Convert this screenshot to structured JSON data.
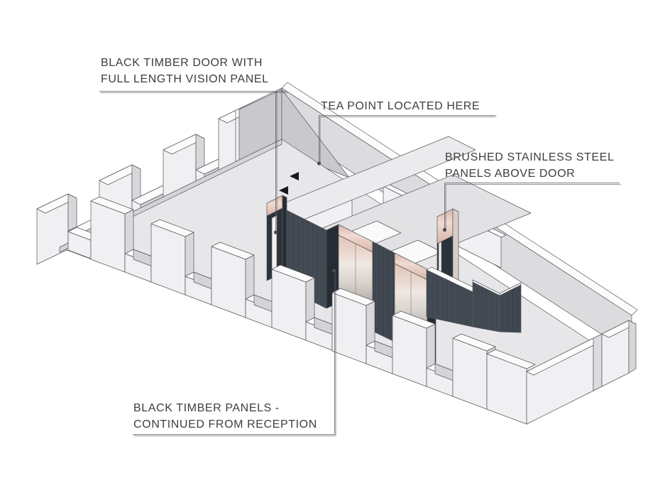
{
  "annotations": {
    "door": {
      "lines": [
        "BLACK TIMBER DOOR WITH",
        "FULL LENGTH VISION PANEL"
      ]
    },
    "tea_point": {
      "lines": [
        "TEA POINT LOCATED HERE"
      ]
    },
    "stainless": {
      "lines": [
        "BRUSHED STAINLESS STEEL",
        "PANELS ABOVE DOOR"
      ]
    },
    "timber_panels": {
      "lines": [
        "BLACK TIMBER PANELS -",
        "CONTINUED FROM RECEPTION"
      ]
    }
  },
  "colors": {
    "background": "#ffffff",
    "text": "#3d3e40",
    "line": "#55575c",
    "leader": "#4b4d52",
    "leader_shadow": "#c6c6c9",
    "floor": "#e7e7e9",
    "wall_front": "#f0f0f2",
    "wall_top": "#fbfbfc",
    "wall_side": "#d8d8db",
    "wall_inner": "#d4d4d7",
    "wall_inner_deep": "#dcdcdf",
    "wall_shade": "#c9c9cd",
    "slab": "#e2e2e4",
    "opening": "#fafafb",
    "band": "#ebebed",
    "partition": "#f1f1f3",
    "timber_dark": "#3d4650",
    "timber_mid": "#39424c",
    "timber_side": "#262c33",
    "timber_door": "#2b323a",
    "stainless_pink": "#e3c0b4",
    "metal_light": "#efe9e4",
    "vision_panel": "#f2f0ed",
    "arrow": "#17181a"
  }
}
